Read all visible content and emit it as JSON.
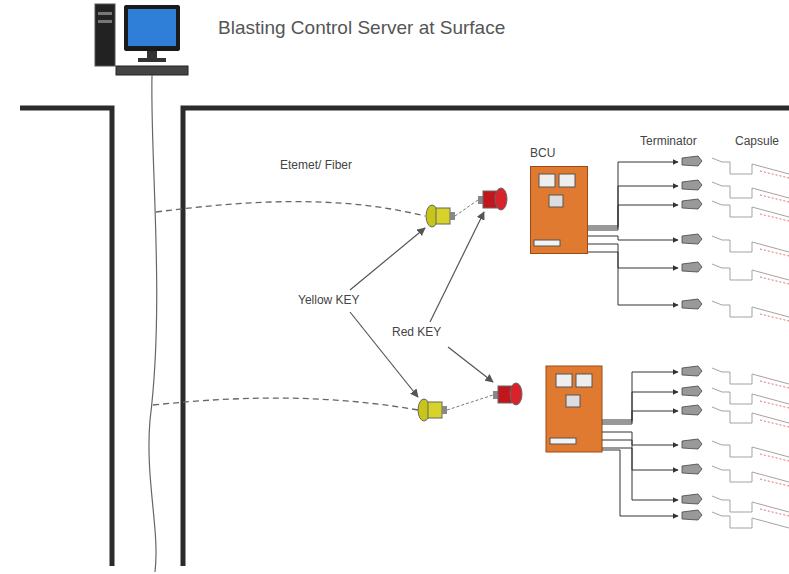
{
  "diagram": {
    "title": "Blasting Control Server at Surface",
    "nodes": [
      {
        "text": [
          "BCU"
        ]
      }
    ],
    "labels": [
      "Etemet/ Fiber",
      "Yellow KEY",
      "Red KEY",
      "Terminator",
      "Capsule"
    ]
  }
}
